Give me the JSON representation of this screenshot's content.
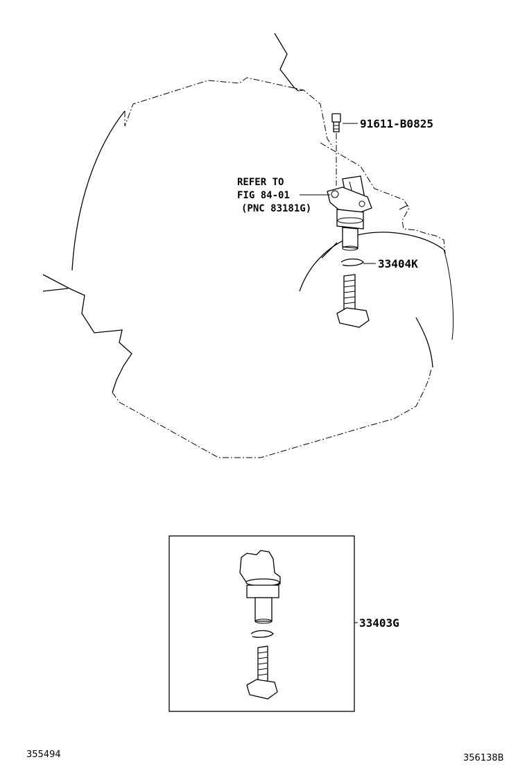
{
  "callouts": {
    "bolt": "91611-B0825",
    "clip": "33404K",
    "kit": "33403G"
  },
  "reference": {
    "line1": "REFER TO",
    "line2": "FIG 84-01",
    "line3": "(PNC 83181G)"
  },
  "footer": {
    "left_code": "355494",
    "right_code": "356138B"
  }
}
